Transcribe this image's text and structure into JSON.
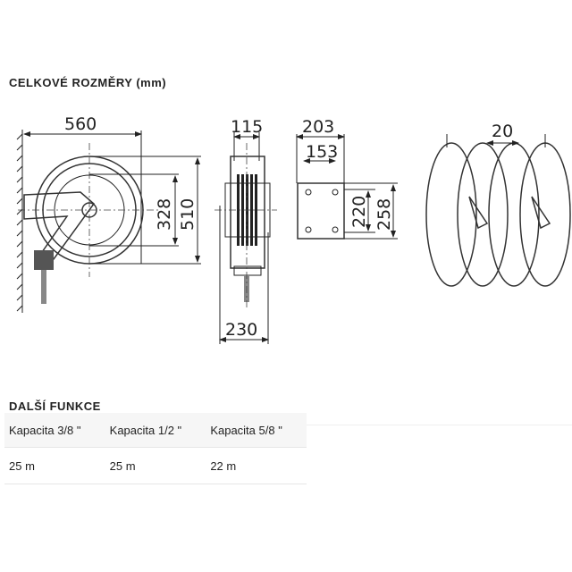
{
  "dimensions_heading": "CELKOVÉ ROZMĚRY (mm)",
  "diagram": {
    "side_view": {
      "width": "560",
      "inner_diameter": "328",
      "outer_diameter": "510"
    },
    "front_view": {
      "drum_width": "115",
      "total_width": "230"
    },
    "bracket_view": {
      "width": "203",
      "hole_spacing_h": "153",
      "hole_spacing_v": "220",
      "height": "258"
    },
    "multi_reel_view": {
      "spacing": "20"
    }
  },
  "features_heading": "DALŠÍ FUNKCE",
  "table": {
    "headers": [
      "Kapacita 3/8 \"",
      "Kapacita 1/2 \"",
      "Kapacita 5/8 \""
    ],
    "rows": [
      [
        "25 m",
        "25 m",
        "22 m"
      ]
    ]
  }
}
